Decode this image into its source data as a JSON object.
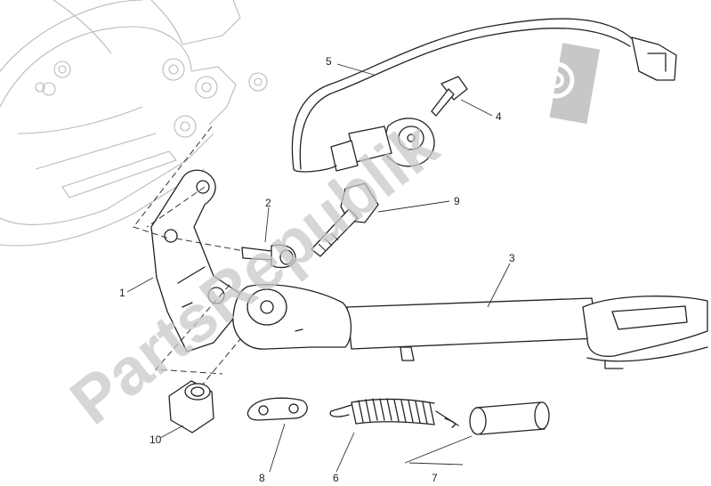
{
  "watermark": {
    "text": "PartsRepublik"
  },
  "callouts": [
    {
      "id": "1",
      "label": "1"
    },
    {
      "id": "2",
      "label": "2"
    },
    {
      "id": "3",
      "label": "3"
    },
    {
      "id": "4",
      "label": "4"
    },
    {
      "id": "5",
      "label": "5"
    },
    {
      "id": "6",
      "label": "6"
    },
    {
      "id": "7",
      "label": "7"
    },
    {
      "id": "8",
      "label": "8"
    },
    {
      "id": "9",
      "label": "9"
    },
    {
      "id": "10",
      "label": "10"
    }
  ]
}
